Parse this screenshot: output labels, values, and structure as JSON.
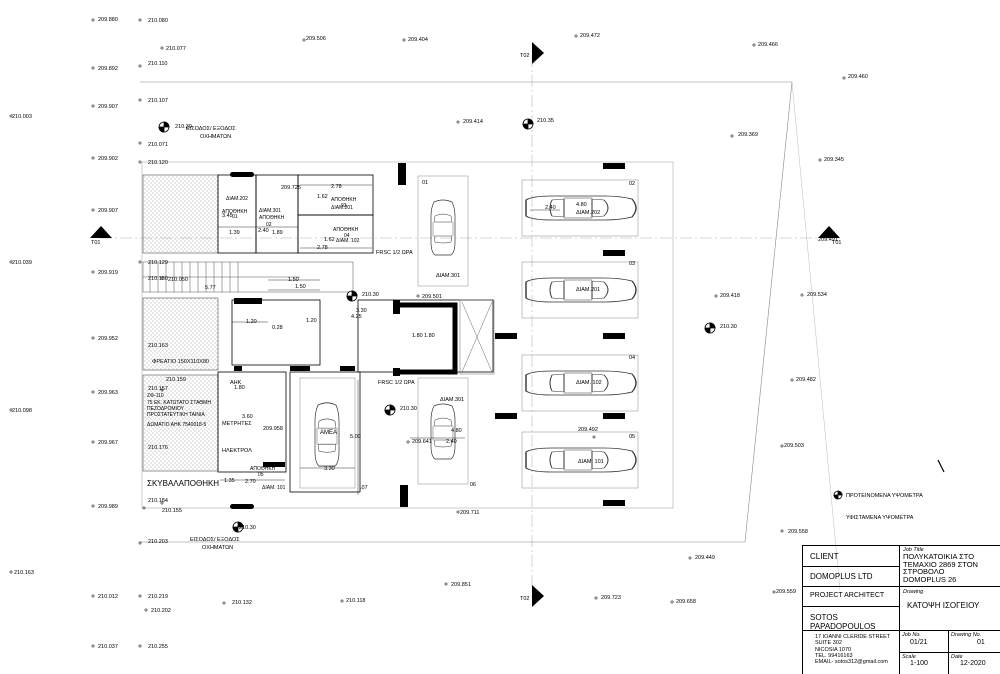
{
  "spot_levels": [
    "209.880",
    "210.080",
    "210.077",
    "209.892",
    "210.110",
    "209.907",
    "210.107",
    "210.003",
    "210.071",
    "209.902",
    "210.120",
    "209.907",
    "210.039",
    "210.129",
    "209.919",
    "210.130",
    "210.050",
    "209.952",
    "210.163",
    "209.963",
    "210.157",
    "210.159",
    "210.098",
    "209.967",
    "210.176",
    "210.184",
    "209.989",
    "210.155",
    "210.203",
    "210.163",
    "210.012",
    "210.219",
    "210.202",
    "210.132",
    "210.118",
    "210.037",
    "210.255",
    "209.506",
    "209.404",
    "209.472",
    "209.466",
    "209.460",
    "209.414",
    "209.369",
    "209.345",
    "209.491",
    "209.534",
    "209.418",
    "209.482",
    "209.503",
    "209.558",
    "209.559",
    "209.449",
    "209.492",
    "209.711",
    "209.851",
    "209.723",
    "209.658",
    "209.725",
    "209.501",
    "209.958",
    "209.641"
  ],
  "markers": [
    "210.30",
    "210.35",
    "210.30",
    "210.30",
    "210.30"
  ],
  "section_marks": [
    "T02",
    "T01",
    "T02",
    "T01"
  ],
  "labels": {
    "entry_top": "ΕΙΣΟΔΟΣ/ ΕΞΟΔΟΣ",
    "entry_top2": "ΟΧΗΜΑΤΩΝ",
    "entry_bottom": "ΕΙΣΟΔΟΣ/ ΕΞΟΔΟΣ",
    "entry_bottom2": "ΟΧΗΜΑΤΩΝ",
    "storage1": "ΑΠΟΘΗΚΗ",
    "storage1_num": "01",
    "storage2": "ΑΠΟΘΗΚΗ",
    "storage2_num": "02",
    "storage3": "ΑΠΟΘΗΚΗ",
    "storage3_num": "03",
    "storage4": "ΑΠΟΘΗΚΗ",
    "storage4_num": "04",
    "storage5": "ΑΠΟΘΗΚΗ",
    "storage5_num": "05",
    "diam202_store": "ΔΙΑΜ.202",
    "diam301_store": "ΔΙΑΜ.301",
    "diam201_store": "ΔΙΑΜ.201",
    "diam102_store": "ΔΙΑΜ. 102",
    "diam101_store": "ΔΙΑΜ. 101",
    "frsc1": "FRSC 1/2 ΩΡΑ",
    "frsc2": "FRSC 1/2 ΩΡΑ",
    "manhole": "ΦΡΕΑΤΙΟ 150Χ110Χ80",
    "ahk": "ΑΗΚ",
    "meters": "ΜΕΤΡΗΤΕΣ",
    "electrical": "ΗΛΕΚΤΡΟΛ",
    "amea": "ΑΜΕΑ",
    "garbage": "ΣΚΥΒΑΛΑΠΟΘΗΚΗ",
    "note1": "75 ΕΚ. ΚΑΤΩΤΑΤΟ ΣΤΑΘΜΗ",
    "note2": "ΠΕΖΟΔΡΟΜΙΟΥ",
    "note3": "ΠΡΟΣΤΑΤΕΥΤΙΚΗ ΤΑΙΝΙΑ",
    "note4": "ΔΩΜΑΤΙΟ ΑΗΚ 7540018-5",
    "zf": "ΖΦ-110",
    "legend_proposed": "ΠΡΟΤΕΙΝΟΜΕΝΑ ΥΨΟΜΕΤΡΑ",
    "legend_existing": "ΥΦΙΣΤΑΜΕΝΑ ΥΨΟΜΕΤΡΑ"
  },
  "parking": [
    {
      "num": "01",
      "label": "ΔΙΑΜ.301"
    },
    {
      "num": "02",
      "label": "ΔΙΑΜ.202"
    },
    {
      "num": "03",
      "label": "ΔΙΑΜ.201"
    },
    {
      "num": "04",
      "label": "ΔΙΑΜ. 102"
    },
    {
      "num": "05",
      "label": "ΔΙΑΜ. 101"
    },
    {
      "num": "06",
      "label": "ΔΙΑΜ.301"
    }
  ],
  "dims": [
    "3.45",
    "1.39",
    "2.40",
    "1.89",
    "2.78",
    "1.62",
    "1.62",
    "2.78",
    "1.50",
    "1.50",
    "5.77",
    "1.20",
    "1.20",
    "0.28",
    "3.30",
    "4.25",
    "1.80",
    "1.80",
    "1.80",
    "3.60",
    "5.00",
    "3.30",
    "2.70",
    "1.35",
    "4.80",
    "2.40",
    "4.80",
    "2.40",
    ".07"
  ],
  "title_block": {
    "client_label": "CLIENT",
    "client": "DOMOPLUS LTD",
    "architect_label": "PROJECT ARCHITECT",
    "architect": "SOTOS PAPADOPOULOS",
    "address1": "17 IOANNI CLERIDE STREET",
    "address2": "SUITE 302",
    "address3": "NICOSIA 1070",
    "address4": "TEL. 99416163",
    "address5": "EMAIL- sotos312@gmail.com",
    "job_title_label": "Job Title",
    "job_title1": "ΠΟΛΥΚΑΤΟΙΚΙΑ ΣΤΟ",
    "job_title2": "ΤΕΜΑΧΙΟ 2869 ΣΤΟΝ",
    "job_title3": "ΣΤΡΟΒΟΛΟ",
    "job_title4": "DOMOPLUS 26",
    "drawing_label": "Drawing",
    "drawing": "ΚΑΤΟΨΗ ΙΣΟΓΕΙΟΥ",
    "job_no_label": "Job No.",
    "job_no": "01/21",
    "drawing_no_label": "Drawing No.",
    "drawing_no": "01",
    "scale_label": "Scale",
    "scale": "1-100",
    "date_label": "Date",
    "date": "12-2020"
  }
}
